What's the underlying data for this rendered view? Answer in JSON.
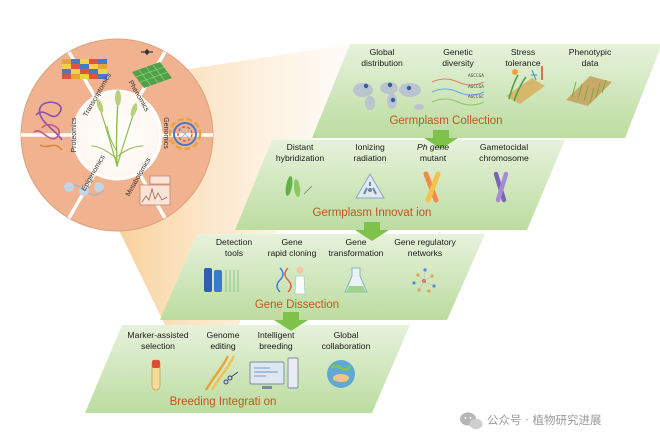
{
  "omics": [
    "Transcriptomics",
    "Phenomics",
    "Genomics",
    "Metabolomics",
    "Epigenomics",
    "Proteomics"
  ],
  "levels": [
    {
      "title": "Germplasm Collection",
      "items": [
        [
          "Global",
          "distribution"
        ],
        [
          "Genetic",
          "diversity"
        ],
        [
          "Stress",
          "tolerance"
        ],
        [
          "Phenotypic",
          "data"
        ]
      ]
    },
    {
      "title": "Germplasm Innovat ion",
      "items": [
        [
          "Distant",
          "hybridization"
        ],
        [
          "Ionizing",
          "radiation"
        ],
        [
          "Ph gene",
          "mutant"
        ],
        [
          "Gametocidal",
          "chromosome"
        ]
      ]
    },
    {
      "title": "Gene Dissection",
      "items": [
        [
          "Detection",
          "tools"
        ],
        [
          "Gene",
          "rapid cloning"
        ],
        [
          "Gene",
          "transformation"
        ],
        [
          "Gene regulatory",
          "networks"
        ]
      ]
    },
    {
      "title": "Breeding Integrati on",
      "items": [
        [
          "Marker-assisted",
          "selection"
        ],
        [
          "Genome",
          "editing"
        ],
        [
          "Intelligent",
          "breeding"
        ],
        [
          "Global",
          "collaboration"
        ]
      ]
    }
  ],
  "sequence_text": [
    "AGCCGA",
    "AGCCGA",
    "AGCCGC"
  ],
  "watermark": {
    "text": "公众号 · 植物研究进展",
    "icon": "wechat-icon"
  },
  "colors": {
    "panel": "#d4e8bf",
    "title": "#c0571c",
    "arrow": "#7fc24a",
    "glow": "#f7cf96",
    "circle": "#f1b290"
  }
}
